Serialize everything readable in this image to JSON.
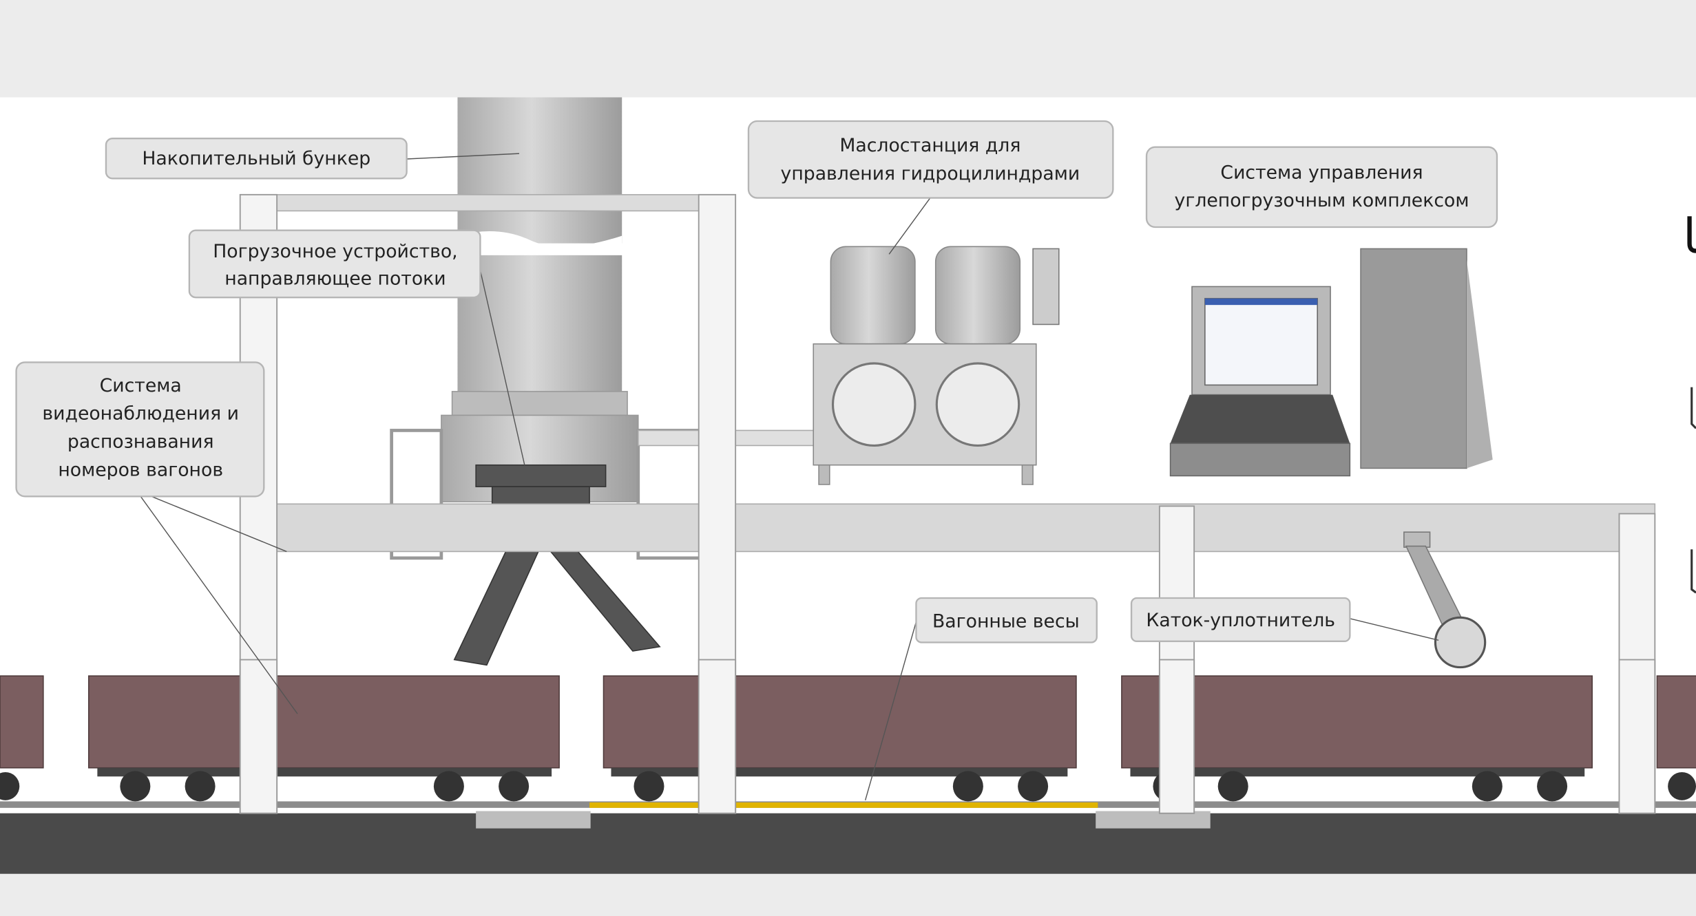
{
  "labels": {
    "bunker": "Накопительный бункер",
    "loader_line1": "Погрузочное устройство,",
    "loader_line2": "направляющее потоки",
    "video_line1": "Система",
    "video_line2": "видеонаблюдения и",
    "video_line3": "распознавания",
    "video_line4": "номеров вагонов",
    "oil_line1": "Маслостанция для",
    "oil_line2": "управления гидроцилиндрами",
    "control_line1": "Система управления",
    "control_line2": "углепогрузочным комплексом",
    "scales": "Вагонные весы",
    "roller": "Каток-уплотнитель"
  },
  "colors": {
    "background": "#ececec",
    "canvas": "#ffffff",
    "wagon": "#7b5e60",
    "ground": "#4a4a4a",
    "scale_stripe": "#e0b400"
  }
}
